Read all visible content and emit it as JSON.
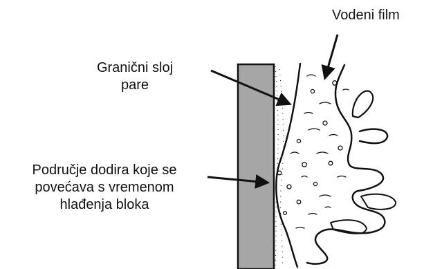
{
  "labels": {
    "water_film": "Vodeni film",
    "vapour_layer": [
      "Granični sloj",
      "pare"
    ],
    "contact_area": [
      "Područje dodira koje se",
      "povećava s vremenom",
      "hlađenja bloka"
    ]
  },
  "colors": {
    "block_fill": "#a6a6a6",
    "ink": "#111111",
    "background": "#ffffff"
  }
}
